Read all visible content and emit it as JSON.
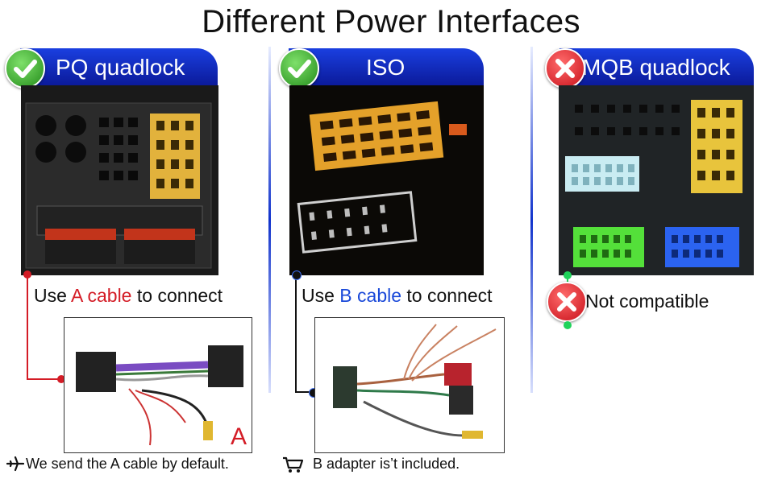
{
  "title": "Different Power Interfaces",
  "panels": [
    {
      "label": "PQ quadlock",
      "status": "compatible",
      "caption_pre": "Use ",
      "caption_cable": "A cable",
      "caption_post": " to connect",
      "cable_letter": "A"
    },
    {
      "label": "ISO",
      "status": "compatible",
      "caption_pre": "Use ",
      "caption_cable": "B cable",
      "caption_post": " to connect"
    },
    {
      "label": "MQB quadlock",
      "status": "not-compatible",
      "caption": "Not compatible"
    }
  ],
  "footer": {
    "left": "We send the A cable by default.",
    "right": "B adapter is’t included."
  },
  "colors": {
    "banner": "#1133cc",
    "ok": "#2ea323",
    "no": "#d4141e",
    "cable_a_accent": "#d41c26",
    "cable_b_accent": "#1a49d9",
    "green_dot": "#1fd35a"
  },
  "icons": [
    "check-icon",
    "cross-icon",
    "airplane-icon",
    "cart-icon"
  ]
}
